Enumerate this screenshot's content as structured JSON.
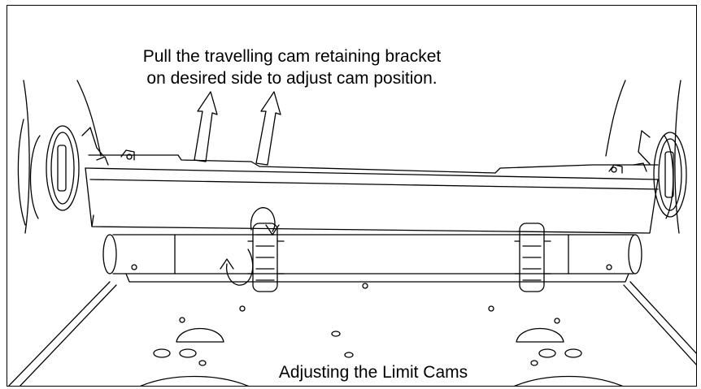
{
  "figure": {
    "instruction_line1": "Pull the travelling cam retaining bracket",
    "instruction_line2": "on desired side to adjust cam position.",
    "caption": "Adjusting the Limit Cams"
  },
  "colors": {
    "line": "#000000",
    "background": "#ffffff"
  }
}
